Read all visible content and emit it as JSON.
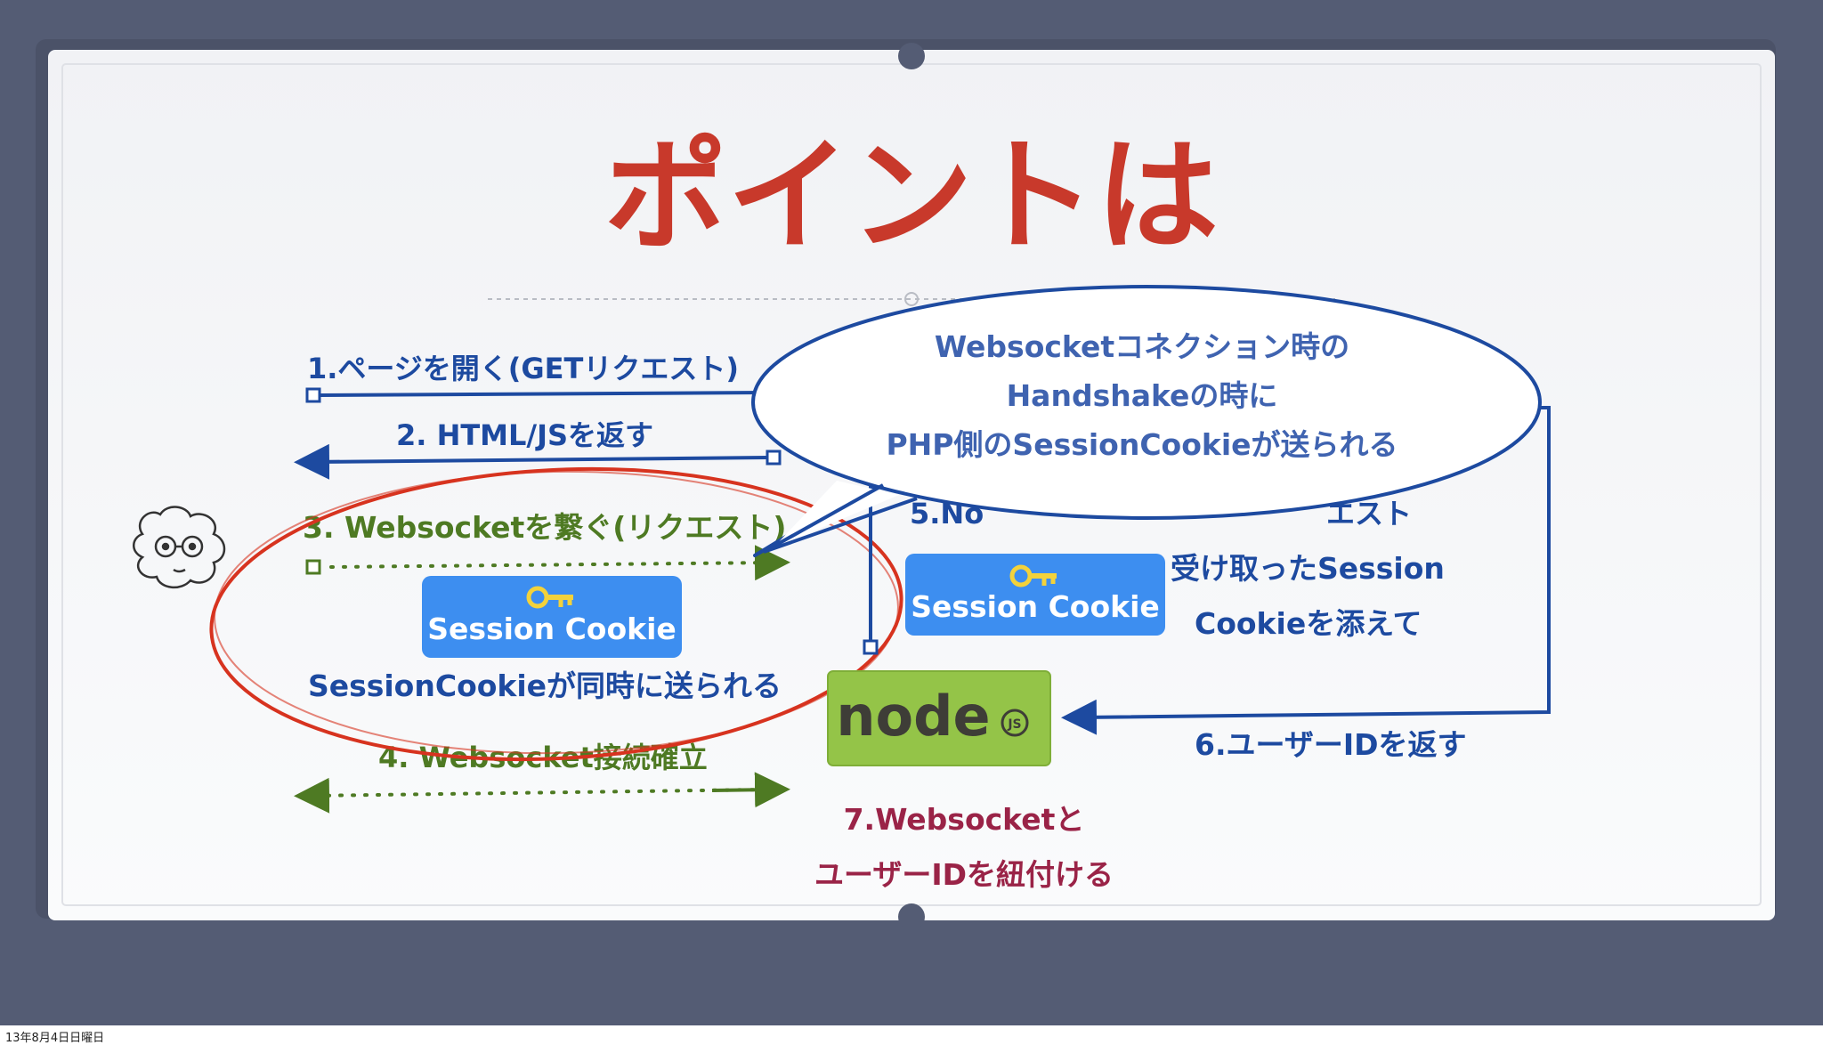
{
  "slide": {
    "title": "ポイントは",
    "steps": {
      "s1": "1.ページを開く(GETリクエスト)",
      "s2": "2. HTML/JSを返す",
      "s3": "3. Websocketを繋ぐ(リクエスト)",
      "s4": "4. Websocket接続確立",
      "s5_fragment_left": "5.No",
      "s5_fragment_right": "エスト",
      "s5_line1": "受け取ったSession",
      "s5_line2": "Cookieを添えて",
      "s6": "6.ユーザーIDを返す",
      "s7_line1": "7.Websocketと",
      "s7_line2": "ユーザーIDを紐付ける"
    },
    "cookie_badge_label": "Session Cookie",
    "highlight_caption": "SessionCookieが同時に送られる",
    "callout": {
      "line1": "Websocketコネクション時の",
      "line2": "Handshakeの時に",
      "line3": "PHP側のSessionCookieが送られる"
    },
    "node_logo_text": "node",
    "node_logo_suffix": "JS"
  },
  "footer": {
    "date": "13年8月4日日曜日"
  },
  "colors": {
    "title": "#c8392b",
    "blue": "#1d4aa0",
    "green": "#4e7a23",
    "maroon": "#9a2347",
    "callout_text": "#3f63b0",
    "badge": "#3d8ef0",
    "circle": "#d7331f",
    "frame": "#545c74",
    "node_bg": "#94c448"
  }
}
